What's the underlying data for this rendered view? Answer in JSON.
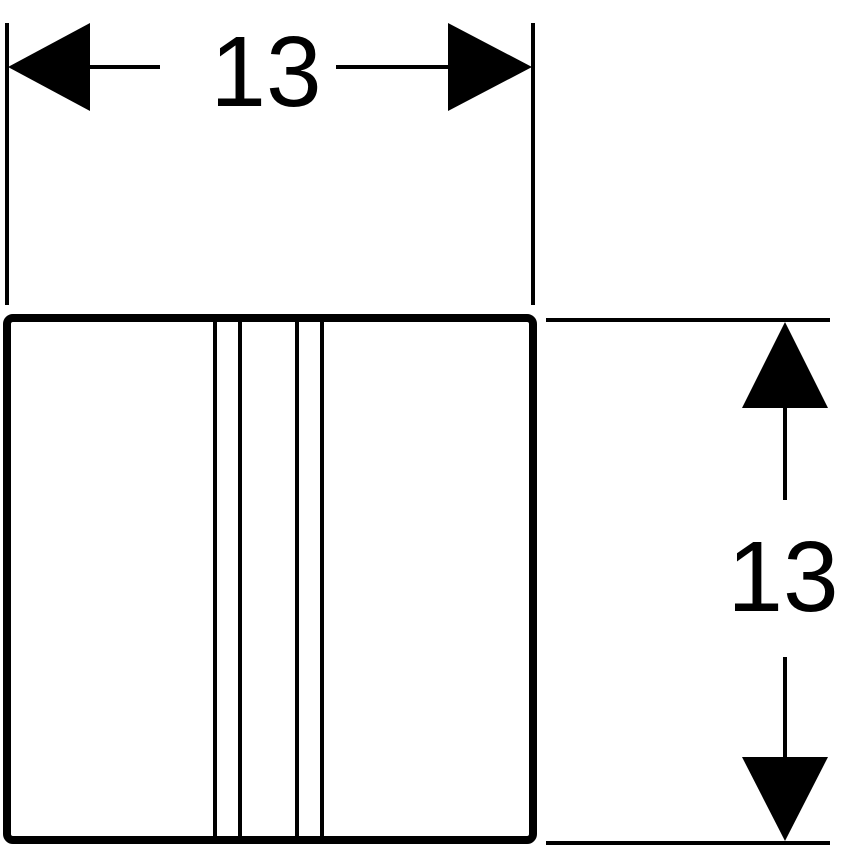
{
  "drawing": {
    "type": "technical dimension drawing",
    "colors": {
      "stroke": "#000000",
      "background": "#ffffff"
    },
    "width_dimension": {
      "label": "13",
      "orientation": "horizontal"
    },
    "height_dimension": {
      "label": "13",
      "orientation": "vertical"
    },
    "part": {
      "shape": "square panel with central vertical groove",
      "inner_lines": 4
    }
  }
}
